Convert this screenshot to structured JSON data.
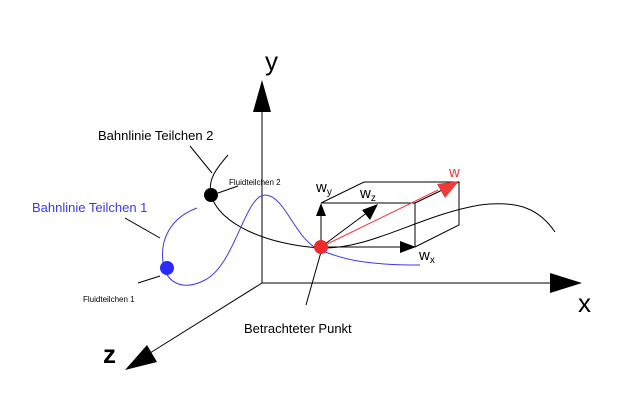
{
  "axes": {
    "x_label": "x",
    "y_label": "y",
    "z_label": "z"
  },
  "labels": {
    "pathline_2": "Bahnlinie Teilchen 2",
    "pathline_1": "Bahnlinie Teilchen 1",
    "particle_2": "Fluidteilchen 2",
    "particle_1": "Fluidteilchen 1",
    "point": "Betrachteter Punkt"
  },
  "vectors": {
    "w": "w",
    "wx_main": "w",
    "wx_sub": "x",
    "wy_main": "w",
    "wy_sub": "y",
    "wz_main": "w",
    "wz_sub": "z"
  },
  "colors": {
    "axis": "#000000",
    "pathline_1": "#3a3af0",
    "particle_1": "#2a2aff",
    "pathline_2": "#000000",
    "particle_2": "#000000",
    "point": "#f02a2a",
    "w_vector": "#f03a3a",
    "pathline_1_label": "#3a3af0"
  }
}
